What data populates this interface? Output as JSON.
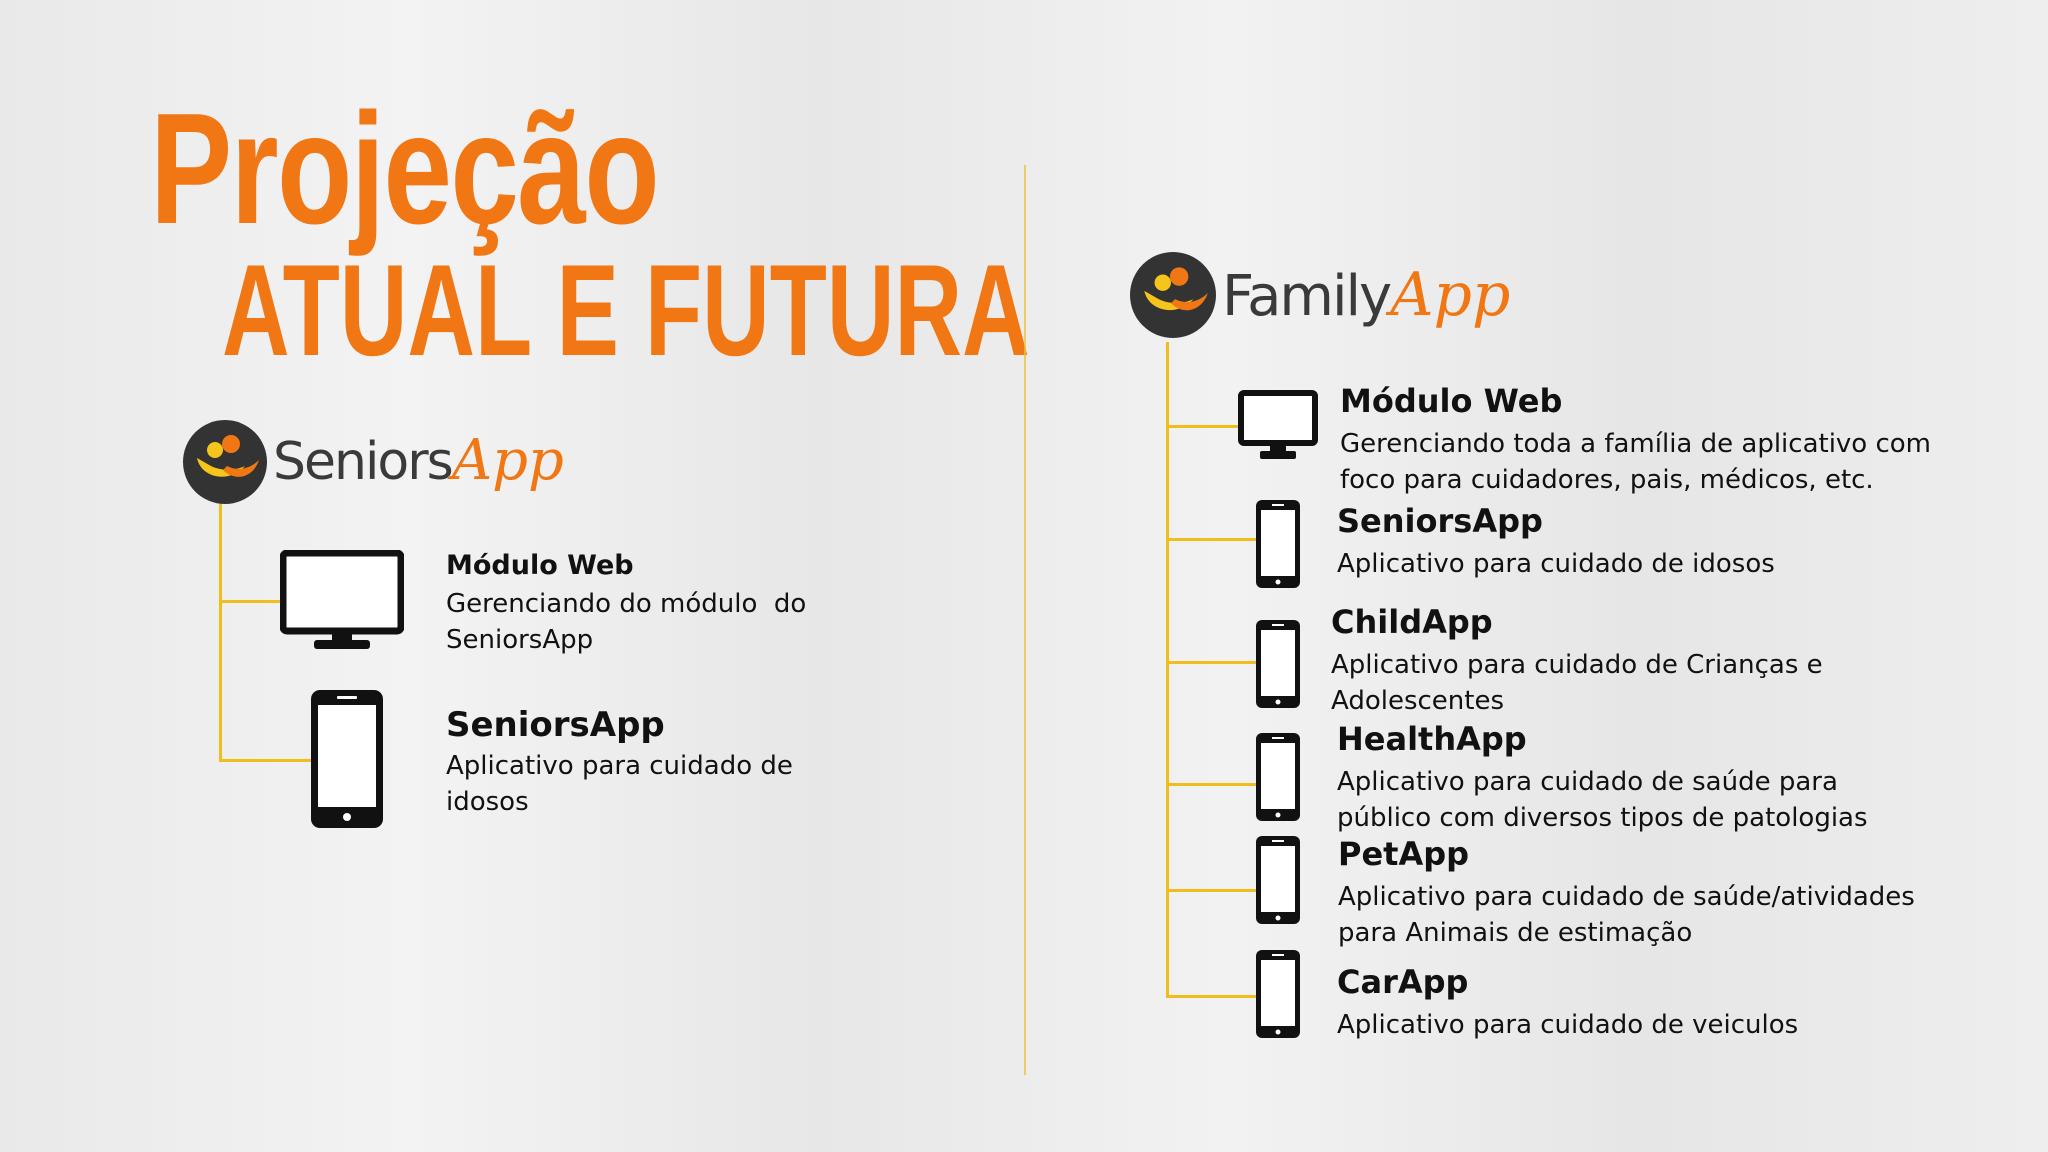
{
  "title": {
    "line1": "Projeção",
    "line2": "ATUAL E FUTURA"
  },
  "colors": {
    "accent": "#f07714",
    "connector": "#efbd1c",
    "logo_dark": "#333333",
    "logo_yellow": "#f6c51b"
  },
  "left": {
    "logo": {
      "name": "Seniors",
      "accent": "App"
    },
    "items": [
      {
        "icon": "monitor-icon",
        "title": "Módulo Web",
        "desc_line1": "Gerenciando do módulo  do",
        "desc_line2": "SeniorsApp"
      },
      {
        "icon": "smartphone-icon",
        "title": "SeniorsApp",
        "desc_line1": "Aplicativo para cuidado de",
        "desc_line2": "idosos"
      }
    ]
  },
  "right": {
    "logo": {
      "name": "Family",
      "accent": "App"
    },
    "items": [
      {
        "icon": "monitor-icon",
        "title": "Módulo Web",
        "desc_line1": "Gerenciando toda a família de aplicativo com",
        "desc_line2": "foco para cuidadores, pais, médicos, etc."
      },
      {
        "icon": "smartphone-icon",
        "title": "SeniorsApp",
        "desc_line1": "Aplicativo para cuidado de idosos",
        "desc_line2": ""
      },
      {
        "icon": "smartphone-icon",
        "title": "ChildApp",
        "desc_line1": "Aplicativo para cuidado de Crianças e",
        "desc_line2": "Adolescentes"
      },
      {
        "icon": "smartphone-icon",
        "title": "HealthApp",
        "desc_line1": "Aplicativo para cuidado de saúde para",
        "desc_line2": "público com diversos tipos de patologias"
      },
      {
        "icon": "smartphone-icon",
        "title": "PetApp",
        "desc_line1": "Aplicativo para cuidado de saúde/atividades",
        "desc_line2": "para Animais de estimação"
      },
      {
        "icon": "smartphone-icon",
        "title": "CarApp",
        "desc_line1": "Aplicativo para cuidado de veiculos",
        "desc_line2": ""
      }
    ]
  }
}
